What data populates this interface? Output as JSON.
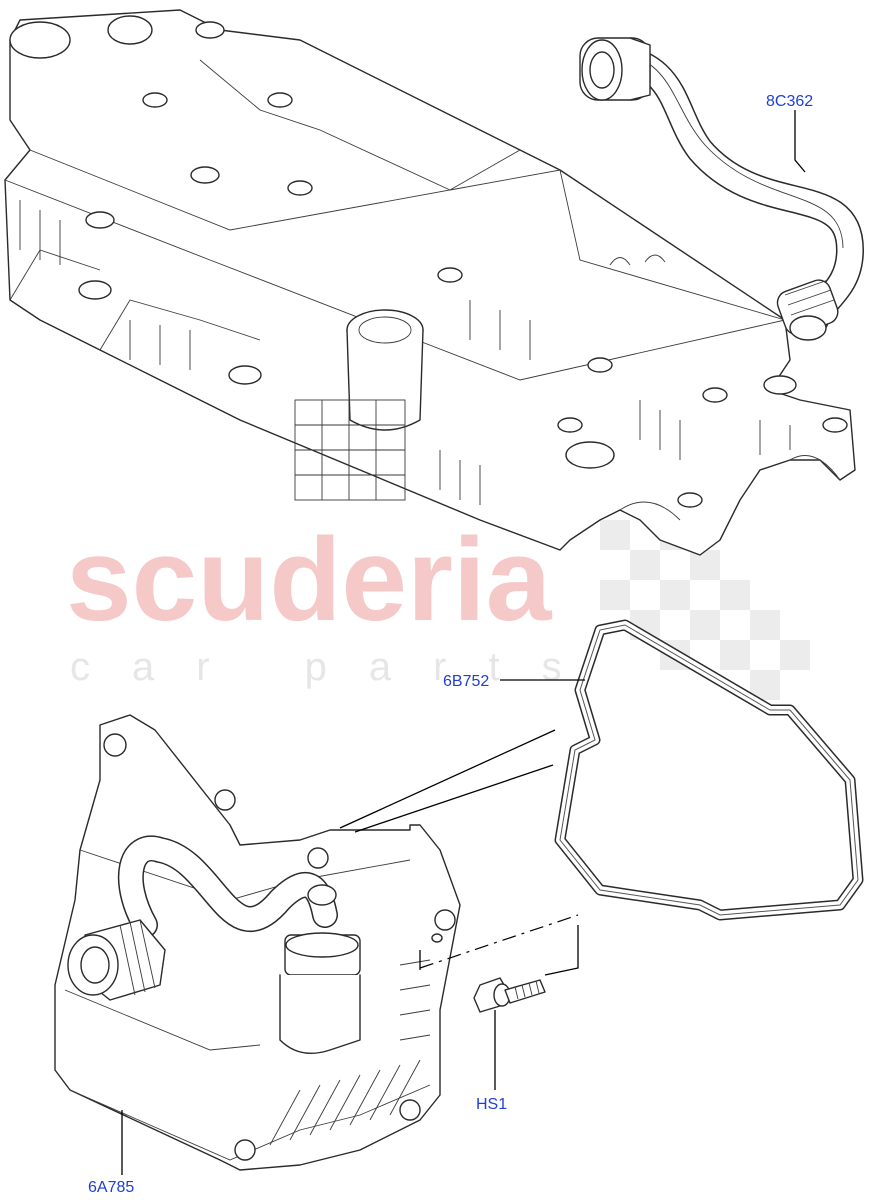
{
  "watermark": {
    "brand": "scuderia",
    "tagline": "car parts"
  },
  "callouts": [
    {
      "id": "hose",
      "label": "8C362"
    },
    {
      "id": "gasket",
      "label": "6B752"
    },
    {
      "id": "bolt",
      "label": "HS1"
    },
    {
      "id": "separator",
      "label": "6A785"
    }
  ],
  "colors": {
    "callout_text": "#1f3fd6",
    "watermark_red": "#f6c9c9",
    "watermark_grey": "#e6e6e6"
  }
}
